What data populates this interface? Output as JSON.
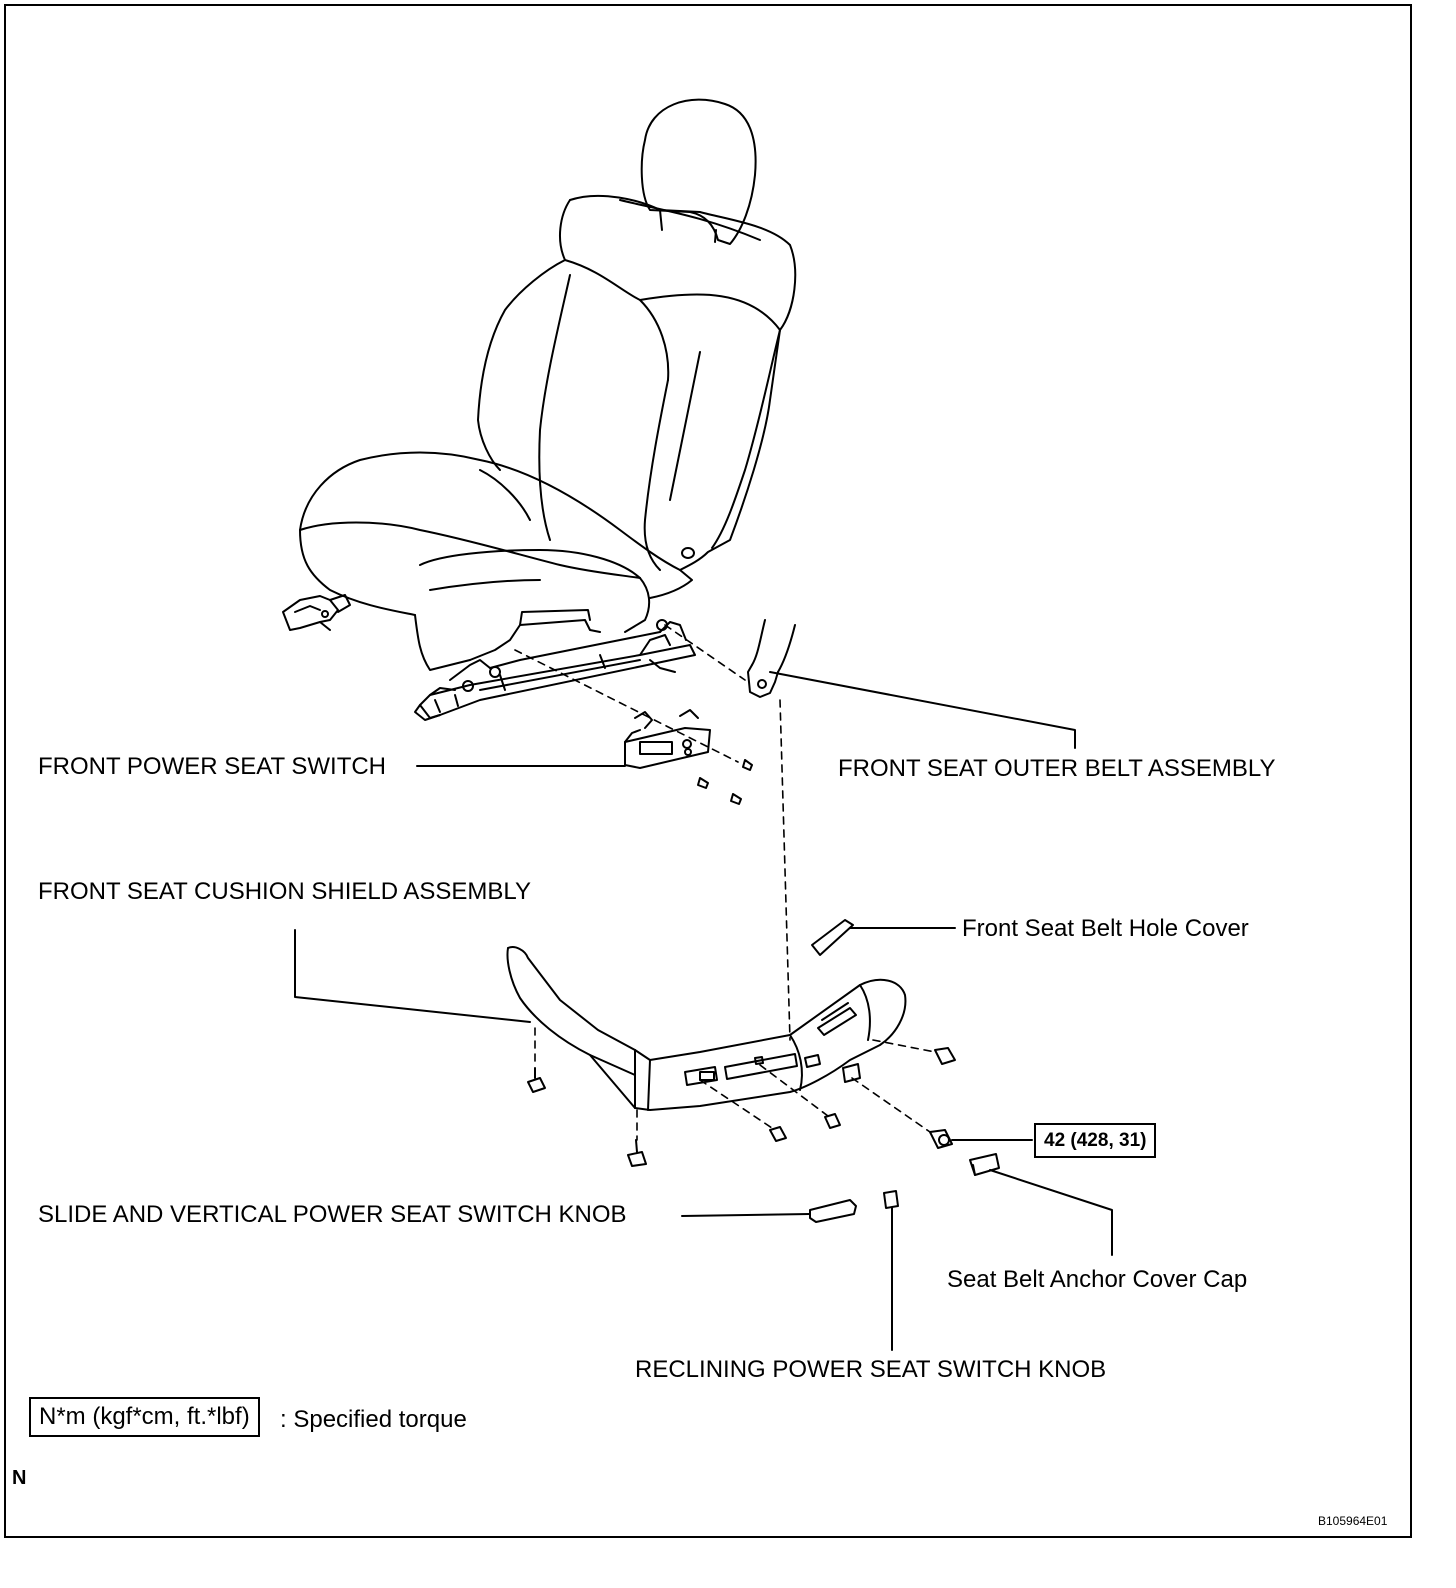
{
  "labels": {
    "front_power_seat_switch": "FRONT POWER SEAT SWITCH",
    "front_seat_outer_belt_assembly": "FRONT SEAT OUTER BELT ASSEMBLY",
    "front_seat_cushion_shield_assembly": "FRONT SEAT CUSHION SHIELD ASSEMBLY",
    "front_seat_belt_hole_cover": "Front Seat Belt Hole Cover",
    "torque_value": "42 (428, 31)",
    "slide_vertical_knob": "SLIDE AND VERTICAL POWER SEAT SWITCH KNOB",
    "seat_belt_anchor_cover_cap": "Seat Belt Anchor Cover Cap",
    "reclining_knob": "RECLINING POWER SEAT SWITCH KNOB"
  },
  "legend": {
    "torque_units": "N*m (kgf*cm, ft.*lbf)",
    "torque_text": ": Specified torque"
  },
  "corner_mark": "N",
  "figure_id": "B105964E01"
}
